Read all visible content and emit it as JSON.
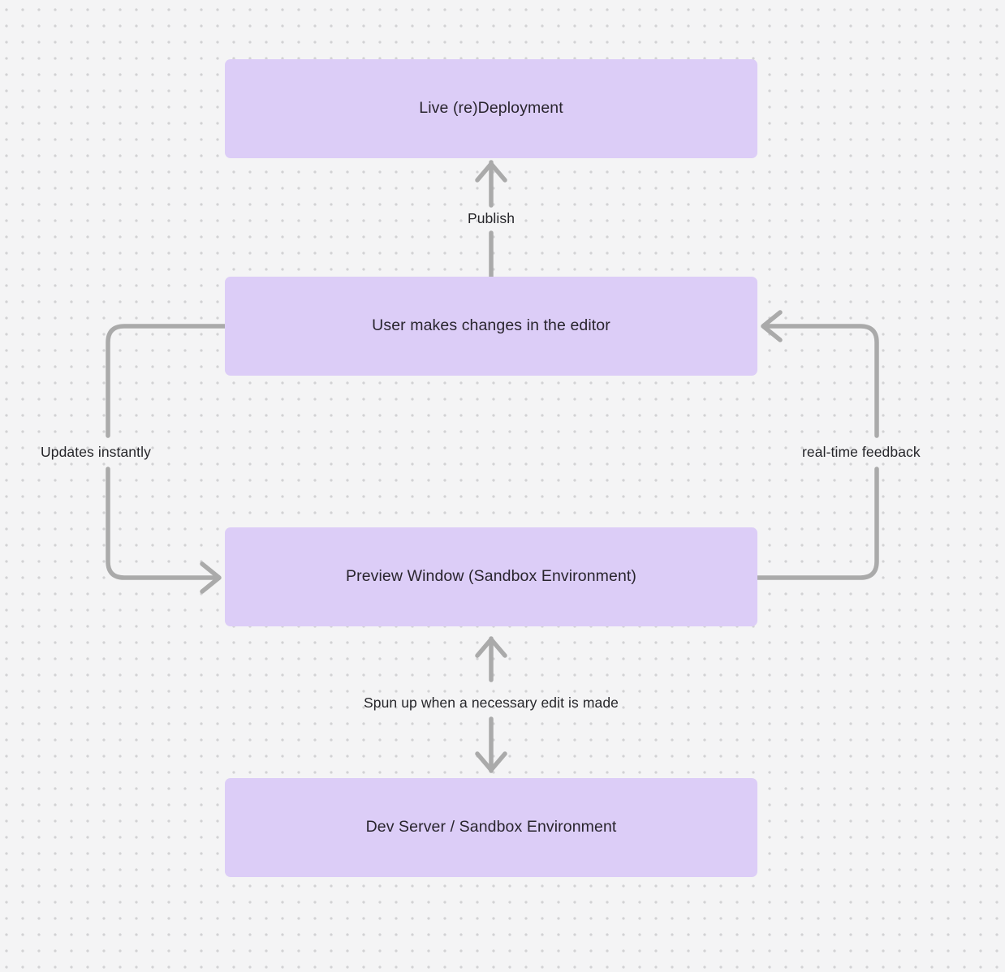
{
  "diagram": {
    "title": "Live deployment / preview sandbox flow",
    "background_color": "#f4f4f5",
    "dot_color": "#d2d2d4",
    "node_fill": "#dccdf7",
    "node_text_color": "#29252e",
    "edge_color": "#aaaaaa",
    "edge_label_color": "#26262a",
    "nodes": [
      {
        "id": "live-deployment",
        "label": "Live (re)Deployment"
      },
      {
        "id": "user-edits",
        "label": "User makes changes in the editor"
      },
      {
        "id": "preview-window",
        "label": "Preview Window (Sandbox Environment)"
      },
      {
        "id": "dev-server",
        "label": "Dev Server / Sandbox Environment"
      }
    ],
    "edges": [
      {
        "id": "publish",
        "label": "Publish",
        "from": "user-edits",
        "to": "live-deployment",
        "direction": "up"
      },
      {
        "id": "updates-instantly",
        "label": "Updates instantly",
        "from": "user-edits",
        "to": "preview-window",
        "direction": "left-loop"
      },
      {
        "id": "real-time-feedback",
        "label": "real-time feedback",
        "from": "preview-window",
        "to": "user-edits",
        "direction": "right-loop"
      },
      {
        "id": "spun-up",
        "label": "Spun up when a necessary edit is made",
        "from": "dev-server",
        "to": "preview-window",
        "direction": "bidirectional"
      }
    ]
  }
}
